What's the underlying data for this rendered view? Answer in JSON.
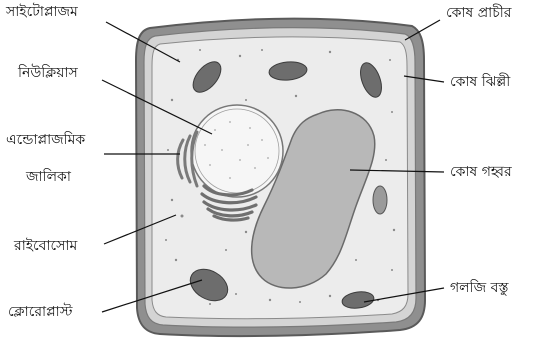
{
  "labels": {
    "cytoplasm": "সাইটোপ্লাজম",
    "nucleus": "নিউক্লিয়াস",
    "er_line1": "এন্ডোপ্লাজমিক",
    "er_line2": "জালিকা",
    "ribosome": "রাইবোসোম",
    "chloroplast": "ক্লোরোপ্লাস্ট",
    "cell_wall": "কোষ প্রাচীর",
    "cell_membrane": "কোষ ঝিল্লী",
    "vacuole": "কোষ গহ্বর",
    "golgi": "গলজি বস্তু"
  },
  "colors": {
    "cell_wall": "#8f8f8f",
    "membrane": "#d9d9d9",
    "cytoplasm": "#ececec",
    "vacuole": "#b8b8b8",
    "chloroplast": "#6d6d6d",
    "leader_line": "#111111"
  }
}
